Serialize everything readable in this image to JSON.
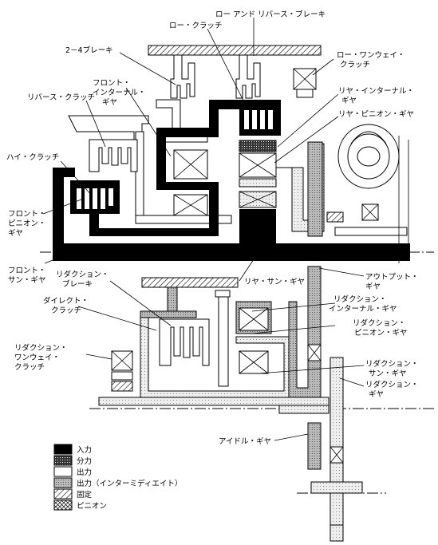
{
  "labels": {
    "low_reverse_brake": "ロー アンド リバース・ブレーキ",
    "low_clutch": "ロー・クラッチ",
    "brake_24": "2－4ブレーキ",
    "low_one_way_1": "ロー・ワンウェイ・",
    "low_one_way_2": "クラッチ",
    "front_internal_1": "フロント・",
    "front_internal_2": "インターナル・",
    "front_internal_3": "ギヤ",
    "reverse_clutch": "リバース・クラッチ",
    "rear_internal_1": "リヤ・インターナル・",
    "rear_internal_2": "ギヤ",
    "rear_pinion": "リヤ・ピニオン・ギヤ",
    "high_clutch": "ハイ・クラッチ",
    "front_pinion_1": "フロント・",
    "front_pinion_2": "ピニオン・",
    "front_pinion_3": "ギヤ",
    "front_sun_1": "フロント・",
    "front_sun_2": "サン・ギヤ",
    "rear_sun": "リヤ・サン・ギヤ",
    "output_gear_1": "アウトプット・",
    "output_gear_2": "ギヤ",
    "reduction_brake_1": "リダクション・",
    "reduction_brake_2": "ブレーキ",
    "direct_clutch_1": "ダイレクト・",
    "direct_clutch_2": "クラッチ",
    "reduction_internal_1": "リダクション・",
    "reduction_internal_2": "インターナル・ギヤ",
    "reduction_pinion_1": "リダクション・",
    "reduction_pinion_2": "ピニオン・ギヤ",
    "reduction_one_way_1": "リダクション・",
    "reduction_one_way_2": "ワンウェイ・",
    "reduction_one_way_3": "クラッチ",
    "reduction_sun_1": "リダクション・",
    "reduction_sun_2": "サン・ギヤ",
    "reduction_gear_1": "リダクション・",
    "reduction_gear_2": "ギヤ",
    "idler_gear": "アイドル・ギヤ"
  },
  "legend": [
    {
      "label": "入力",
      "pattern": "solid-black"
    },
    {
      "label": "分力",
      "pattern": "dense-stipple"
    },
    {
      "label": "出力",
      "pattern": "white"
    },
    {
      "label": "出力（インターミディエイト）",
      "pattern": "medium-stipple"
    },
    {
      "label": "固定",
      "pattern": "hatch"
    },
    {
      "label": "ピニオン",
      "pattern": "crosshatch"
    }
  ]
}
